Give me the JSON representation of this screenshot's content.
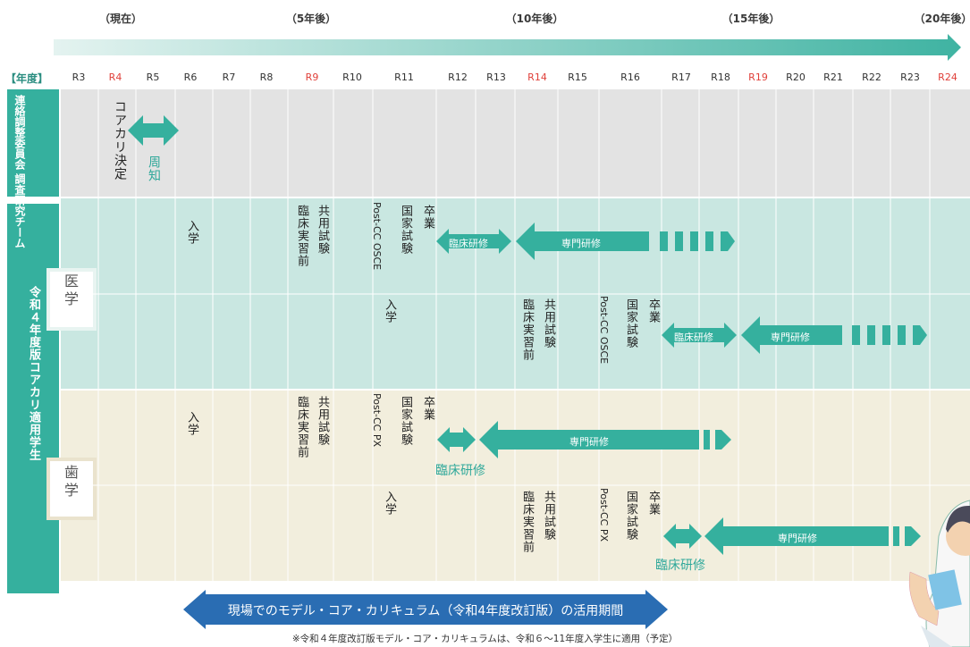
{
  "colors": {
    "teal": "#35b09e",
    "teal_light": "#c9e7e1",
    "gray_row": "#e3e3e3",
    "beige_row": "#f2eedd",
    "navy": "#2a6db3",
    "red": "#e0403a"
  },
  "milestones": [
    "（現在）",
    "（5年後）",
    "（10年後）",
    "（15年後）",
    "（20年後）"
  ],
  "year_header": "【年度】",
  "years": [
    "R3",
    "R4",
    "R5",
    "R6",
    "R7",
    "R8",
    "R9",
    "R10",
    "R11",
    "R12",
    "R13",
    "R14",
    "R15",
    "R16",
    "R17",
    "R18",
    "R19",
    "R20",
    "R21",
    "R22",
    "R23",
    "R24"
  ],
  "side": {
    "committee": "連絡調整委員会 調査研究チーム",
    "students": "令和４年度版コアカリ適用学生",
    "medicine": "医学",
    "dentistry": "歯学"
  },
  "committee_row": {
    "decided": "コアカリ決定",
    "publicize": "周知"
  },
  "events": {
    "enroll": "入学",
    "clinical_pre": "臨床実習前",
    "common_exam": "共用試験",
    "postcc_osce": "Post-CC OSCE",
    "postcc_px": "Post-CC PX",
    "national_exam": "国家試験",
    "graduation": "卒業",
    "clinical_training": "臨床研修",
    "specialty_training": "専門研修"
  },
  "period_banner": "現場でのモデル・コア・カリキュラム（令和4年度改訂版）の活用期間",
  "footnote": "※令和４年度改訂版モデル・コア・カリキュラムは、令和６～11年度入学生に適用（予定）",
  "illustration": "doctor-illustration"
}
